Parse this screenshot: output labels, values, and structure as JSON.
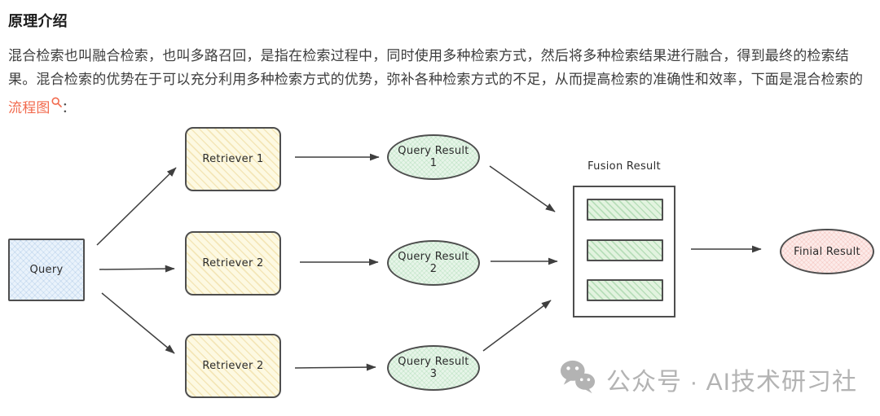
{
  "article": {
    "heading": "原理介绍",
    "paragraph": "混合检索也叫融合检索，也叫多路召回，是指在检索过程中，同时使用多种检索方式，然后将多种检索结果进行融合，得到最终的检索结果。混合检索的优势在于可以充分利用多种检索方式的优势，弥补各种检索方式的不足，从而提高检索的准确性和效率，下面是混合检索的 ",
    "link_text": "流程图",
    "colon": "：",
    "link_color": "#f26a4d"
  },
  "diagram": {
    "query": {
      "label": "Query",
      "fill": "#e9f2fb"
    },
    "retrievers": [
      {
        "label": "Retriever 1"
      },
      {
        "label": "Retriever 2"
      },
      {
        "label": "Retriever 2"
      }
    ],
    "results": [
      {
        "line1": "Query Result",
        "line2": "1"
      },
      {
        "line1": "Query Result",
        "line2": "2"
      },
      {
        "line1": "Query Result",
        "line2": "3"
      }
    ],
    "fusion": {
      "title": "Fusion Result",
      "bar_count": 3,
      "bar_fill": "#e2f3df"
    },
    "final": {
      "label": "Finial Result",
      "fill": "#fcebe9"
    },
    "node_border_color": "#4e4e4e",
    "arrow_color": "#3f3f3f"
  },
  "watermark": {
    "text": "公众号 · AI技术研习社",
    "icon": "wechat-icon",
    "color": "#b3b3b3"
  }
}
